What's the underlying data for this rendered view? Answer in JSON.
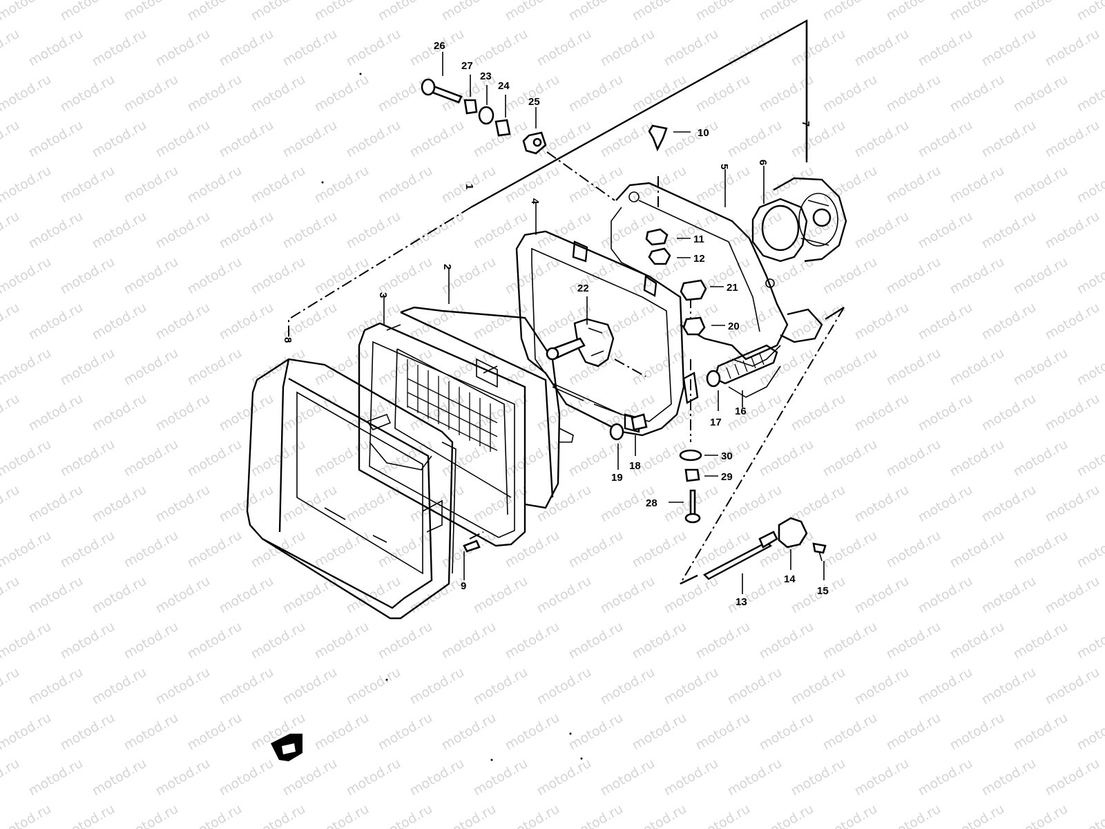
{
  "watermark": "motod.ru",
  "callouts": {
    "c1": "1",
    "c2": "2",
    "c3": "3",
    "c4": "4",
    "c5": "5",
    "c6": "6",
    "c7": "7",
    "c8": "8",
    "c9": "9",
    "c10": "10",
    "c11": "11",
    "c12": "12",
    "c13": "13",
    "c14": "14",
    "c15": "15",
    "c16": "16",
    "c17": "17",
    "c18": "18",
    "c19": "19",
    "c20": "20",
    "c21": "21",
    "c22": "22",
    "c23": "23",
    "c24": "24",
    "c25": "25",
    "c26": "26",
    "c27": "27",
    "c28": "28",
    "c29": "29",
    "c30": "30"
  },
  "front_arrow_icon": "front-direction-arrow"
}
